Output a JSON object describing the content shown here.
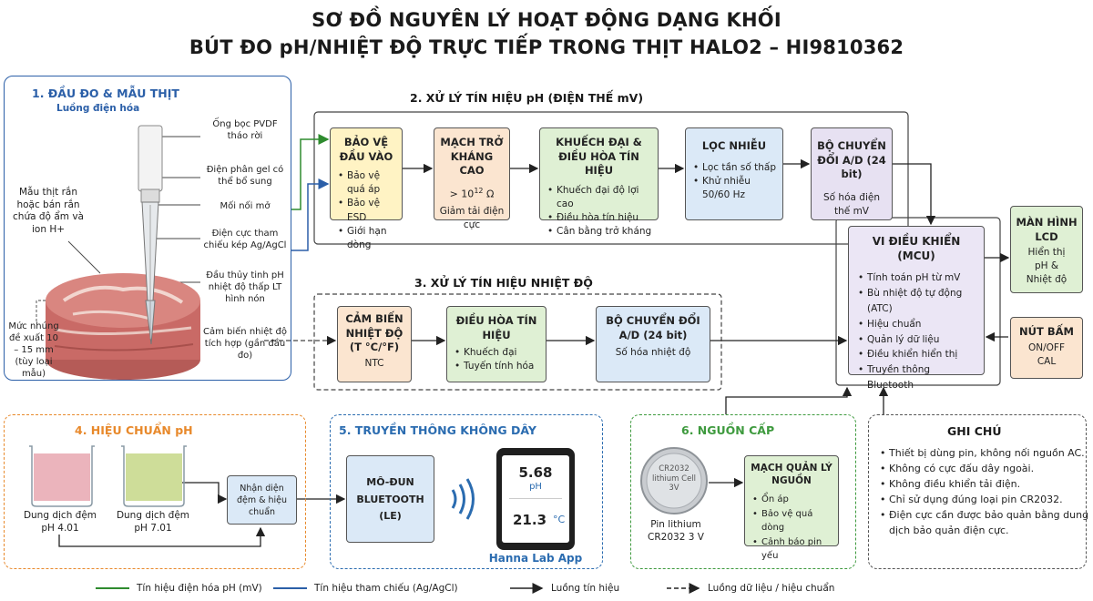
{
  "title": {
    "line1": "SƠ ĐỒ NGUYÊN LÝ HOẠT ĐỘNG DẠNG KHỐI",
    "line2": "BÚT ĐO pH/NHIỆT ĐỘ TRỰC TIẾP TRONG THỊT HALO2 – HI9810362"
  },
  "section1": {
    "title": "1. ĐẦU ĐO & MẪU THỊT",
    "subtitle": "Luồng điện hóa",
    "sample_label": "Mẫu thịt rắn hoặc bán rắn chứa độ ẩm và ion H+",
    "depth_label": "Mức nhúng đề xuất 10 – 15 mm (tùy loại mẫu)",
    "callouts": [
      "Ống bọc PVDF tháo rời",
      "Điện phân gel có thể bổ sung",
      "Mối nối mở",
      "Điện cực tham chiếu kép Ag/AgCl",
      "Đầu thủy tinh pH nhiệt độ thấp LT hình nón",
      "Cảm biến nhiệt độ tích hợp (gần đầu đo)"
    ]
  },
  "section2": {
    "title": "2. XỬ LÝ TÍN HIỆU pH (ĐIỆN THẾ mV)",
    "box1": {
      "title": "BẢO VỆ ĐẦU VÀO",
      "items": [
        "Bảo vệ quá áp",
        "Bảo vệ ESD",
        "Giới hạn dòng"
      ]
    },
    "box2": {
      "title": "MẠCH TRỞ KHÁNG CAO",
      "value_prefix": "> 10",
      "value_exp": "12",
      "value_unit": " Ω",
      "desc": "Giảm tải điện cực"
    },
    "box3": {
      "title": "KHUẾCH ĐẠI & ĐIỀU HÒA TÍN HIỆU",
      "items": [
        "Khuếch đại độ lợi cao",
        "Điều hòa tín hiệu",
        "Cân bằng trở kháng"
      ]
    },
    "box4": {
      "title": "LỌC NHIỄU",
      "items": [
        "Lọc tần số thấp",
        "Khử nhiễu 50/60 Hz"
      ]
    },
    "box5": {
      "title": "BỘ CHUYỂN ĐỔI A/D (24 bit)",
      "desc": "Số hóa điện thế mV"
    }
  },
  "section3": {
    "title": "3. XỬ LÝ TÍN HIỆU NHIỆT ĐỘ",
    "box1": {
      "title": "CẢM BIẾN NHIỆT ĐỘ (T °C/°F)",
      "desc": "NTC"
    },
    "box2": {
      "title": "ĐIỀU HÒA TÍN HIỆU",
      "items": [
        "Khuếch đại",
        "Tuyến tính hóa"
      ]
    },
    "box3": {
      "title": "BỘ CHUYỂN ĐỔI A/D (24 bit)",
      "desc": "Số hóa nhiệt độ"
    }
  },
  "mcu": {
    "title": "VI ĐIỀU KHIỂN (MCU)",
    "items": [
      "Tính toán pH từ mV",
      "Bù nhiệt độ tự động (ATC)",
      "Hiệu chuẩn",
      "Quản lý dữ liệu",
      "Điều khiển hiển thị",
      "Truyền thông Bluetooth"
    ]
  },
  "lcd": {
    "title": "MÀN HÌNH LCD",
    "desc": "Hiển thị pH & Nhiệt độ"
  },
  "button": {
    "title": "NÚT BẤM",
    "desc": "ON/OFF CAL"
  },
  "section4": {
    "title": "4. HIỆU CHUẨN pH",
    "buffer1": "Dung dịch đệm pH 4.01",
    "buffer2": "Dung dịch đệm pH 7.01",
    "recognize": "Nhận diện đệm & hiệu chuẩn"
  },
  "section5": {
    "title": "5. TRUYỀN THÔNG KHÔNG DÂY",
    "module": "MÔ-ĐUN BLUETOOTH (LE)",
    "tablet_ph_value": "5.68",
    "tablet_ph_unit": "pH",
    "tablet_temp_value": "21.3",
    "tablet_temp_unit": "°C",
    "app_name": "Hanna Lab App"
  },
  "section6": {
    "title": "6. NGUỒN CẤP",
    "battery_text": [
      "CR2032",
      "lithium Cell",
      "3V"
    ],
    "battery_label": "Pin lithium CR2032 3 V",
    "power": {
      "title": "MẠCH QUẢN LÝ NGUỒN",
      "items": [
        "Ổn áp",
        "Bảo vệ quá dòng",
        "Cảnh báo pin yếu"
      ]
    }
  },
  "notes": {
    "title": "GHI CHÚ",
    "items": [
      "Thiết bị dùng pin, không nối nguồn AC.",
      "Không có cực đấu dây ngoài.",
      "Không điều khiển tải điện.",
      "Chỉ sử dụng đúng loại pin CR2032.",
      "Điện cực cần được bảo quản bằng dung dịch bảo quản điện cực."
    ]
  },
  "legend": {
    "green": "Tín hiệu điện hóa pH (mV)",
    "blue": "Tín hiệu tham chiếu (Ag/AgCl)",
    "solid": "Luồng tín hiệu",
    "dashed": "Luồng dữ liệu / hiệu chuẩn"
  },
  "colors": {
    "green_line": "#2e8b2e",
    "blue_line": "#2b5fa8",
    "section1_border": "#2b5fa8",
    "section4_color": "#e8892b",
    "section5_color": "#2b6cb0",
    "section6_color": "#3e9a3e"
  }
}
